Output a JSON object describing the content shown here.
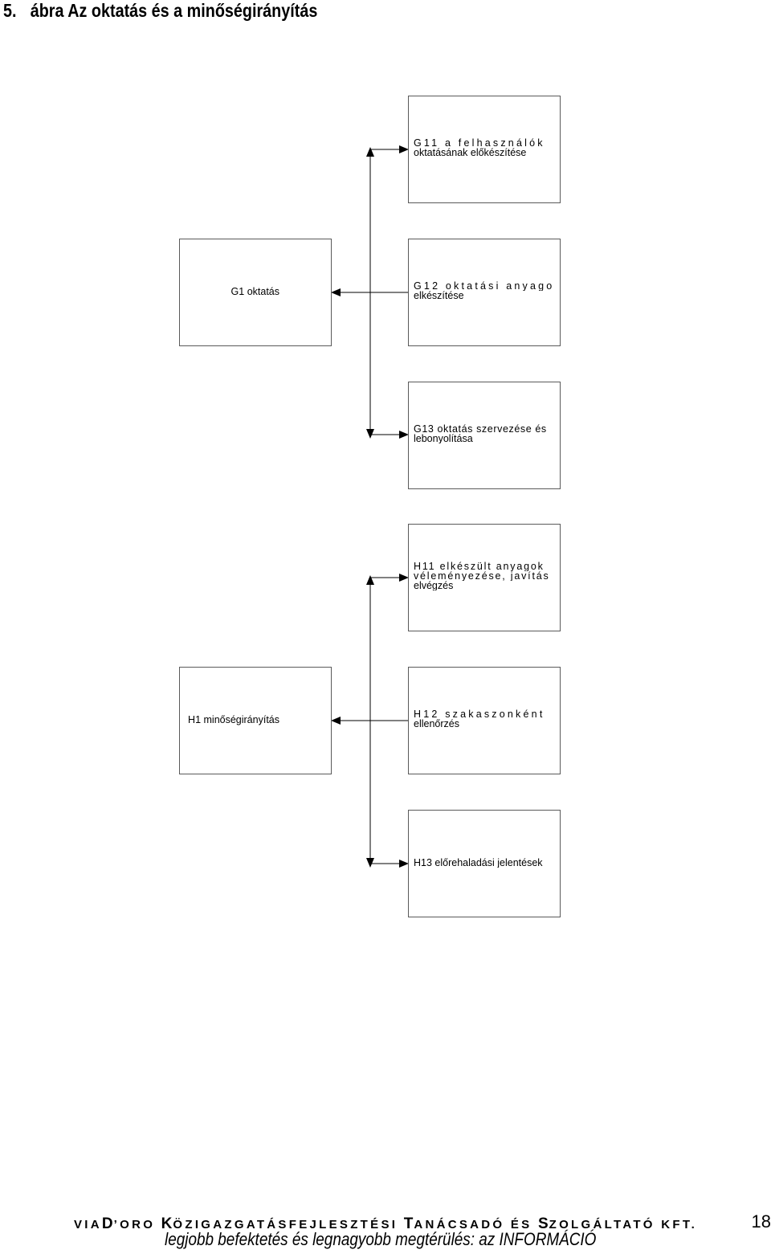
{
  "title": {
    "number": "5.",
    "text": "ábra Az oktatás és a minőségirányítás"
  },
  "groups": [
    {
      "parent": "G1 oktatás",
      "children": [
        {
          "line1": "G11 a felhasználók",
          "line2": "oktatásának előkészítése"
        },
        {
          "line1": "G12 oktatási anyagok",
          "line2": "elkészítése"
        },
        {
          "line1": "G13 oktatás szervezése és",
          "line2": "lebonyolítása"
        }
      ]
    },
    {
      "parent": "H1 minőségirányítás",
      "children": [
        {
          "line1": "H11 elkészült anyagok",
          "line2": "véleményezése, javítás",
          "line3": "elvégzés"
        },
        {
          "line1": "H12 szakaszonként",
          "line2": "ellenőrzés"
        },
        {
          "line1": "H13 előrehaladási jelentések"
        }
      ]
    }
  ],
  "footer": {
    "company_parts": [
      "VIA",
      "D",
      "’ORO ",
      "K",
      "ÖZIGAZGATÁSFEJLESZTÉSI ",
      "T",
      "ANÁCSADÓ ÉS ",
      "S",
      "ZOLGÁLTATÓ KFT."
    ],
    "slogan": "legjobb befektetés és legnagyobb megtérülés: az INFORMÁCIÓ",
    "page_number": "18"
  }
}
